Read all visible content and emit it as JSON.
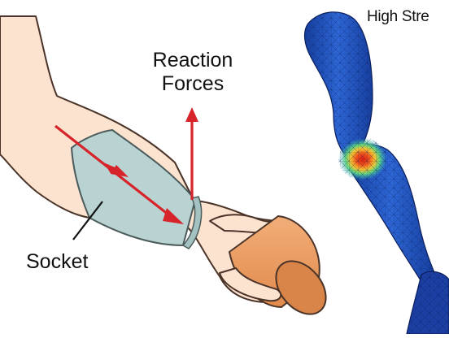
{
  "labels": {
    "reaction_line1": "Reaction",
    "reaction_line2": "Forces",
    "socket": "Socket",
    "high_stress": "High Stre"
  },
  "icons": [
    "forearm",
    "prosthetic-socket",
    "force-arrow",
    "cylinder-handle",
    "fea-mesh-arm"
  ],
  "colors": {
    "skin": "#fbe3cf",
    "skin_outline": "#4a3328",
    "socket_fill": "#b9d3d3",
    "socket_outline": "#4b5a5a",
    "force_arrow": "#d7232a",
    "cylinder": "#e9995c",
    "cylinder_end": "#d98448",
    "stress_low": "#1f4fc0",
    "stress_mid": "#2fb0a8",
    "stress_high": "#e03a1c"
  }
}
